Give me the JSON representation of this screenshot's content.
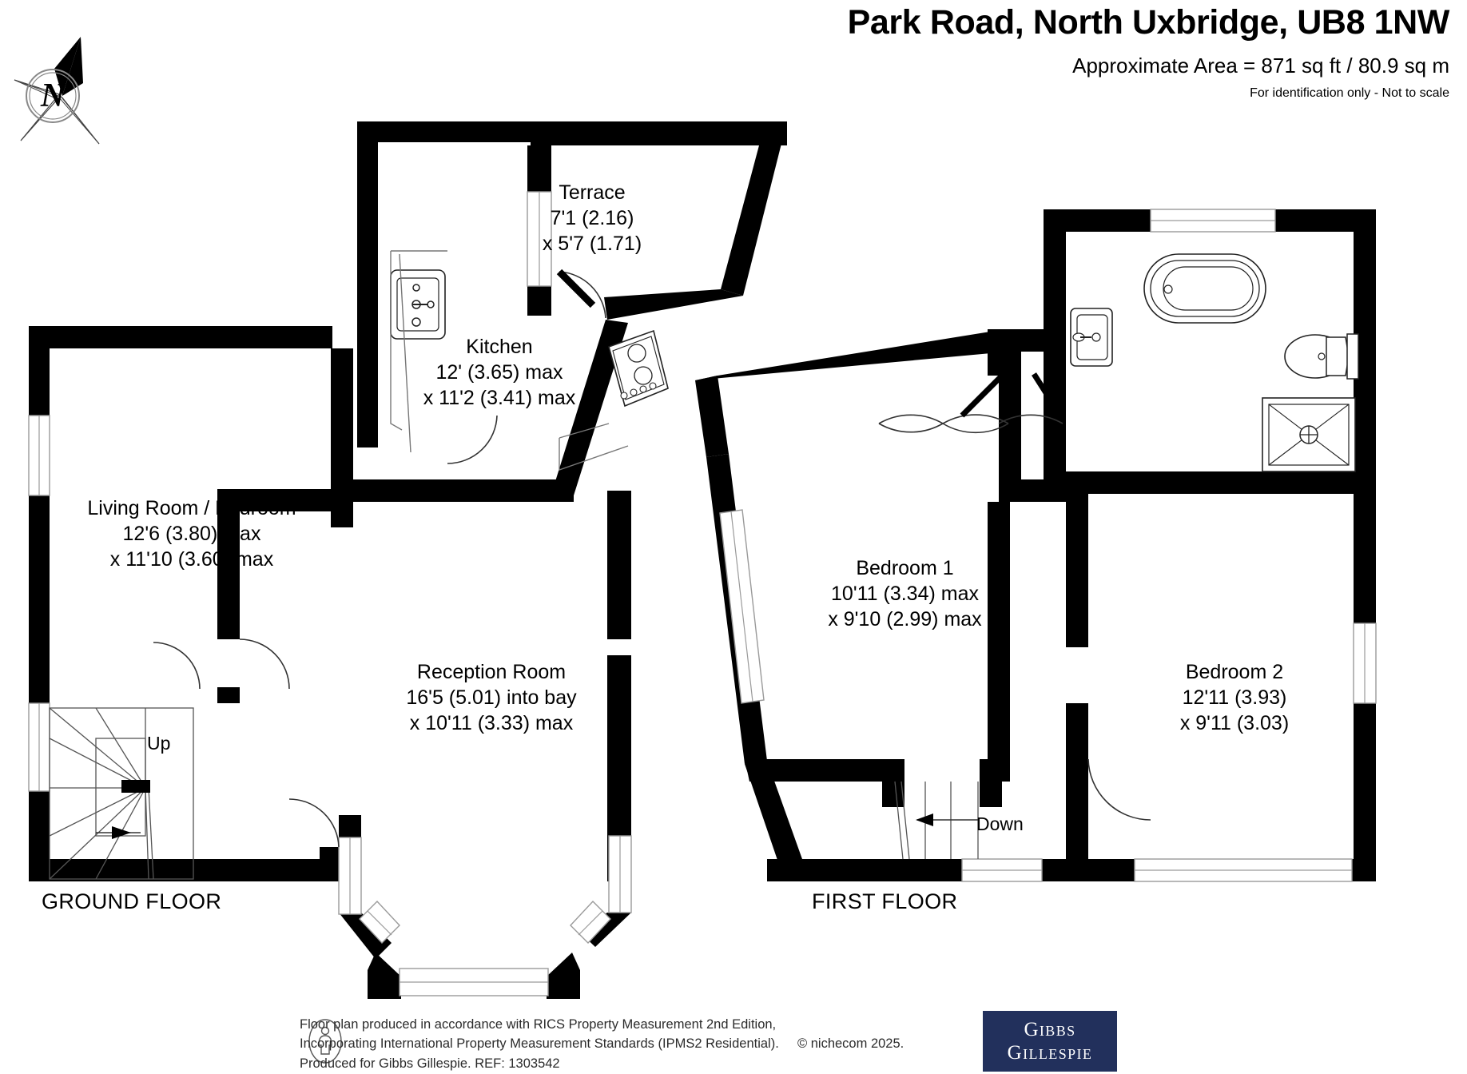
{
  "header": {
    "title": "Park Road, North Uxbridge, UB8 1NW",
    "area": "Approximate Area = 871 sq ft / 80.9 sq m",
    "disclaimer": "For identification only - Not to scale"
  },
  "compass": {
    "north_letter": "N"
  },
  "floors": [
    {
      "id": "ground",
      "label": "GROUND FLOOR"
    },
    {
      "id": "first",
      "label": "FIRST FLOOR"
    }
  ],
  "rooms": [
    {
      "id": "terrace",
      "name": "Terrace",
      "dim1": "7'1 (2.16)",
      "dim2": "x 5'7 (1.71)",
      "floor": "ground"
    },
    {
      "id": "kitchen",
      "name": "Kitchen",
      "dim1": "12' (3.65) max",
      "dim2": "x 11'2 (3.41) max",
      "floor": "ground"
    },
    {
      "id": "living_room_bedroom",
      "name": "Living Room / Bedroom",
      "dim1": "12'6 (3.80) max",
      "dim2": "x 11'10 (3.60) max",
      "floor": "ground"
    },
    {
      "id": "reception_room",
      "name": "Reception Room",
      "dim1": "16'5 (5.01) into bay",
      "dim2": "x 10'11 (3.33) max",
      "floor": "ground"
    },
    {
      "id": "bedroom_1",
      "name": "Bedroom 1",
      "dim1": "10'11 (3.34) max",
      "dim2": "x 9'10 (2.99) max",
      "floor": "first"
    },
    {
      "id": "bedroom_2",
      "name": "Bedroom 2",
      "dim1": "12'11 (3.93)",
      "dim2": "x 9'11 (3.03)",
      "floor": "first"
    }
  ],
  "stairs": [
    {
      "id": "up",
      "label": "Up",
      "floor": "ground"
    },
    {
      "id": "down",
      "label": "Down",
      "floor": "first"
    }
  ],
  "footer": {
    "line1": "Floor plan produced in accordance with RICS Property Measurement 2nd Edition,",
    "line2": "Incorporating International Property Measurement Standards (IPMS2 Residential).",
    "copyright": "© nichecom 2025.",
    "line3": "Produced for Gibbs Gillespie.   REF:  1303542"
  },
  "logo": {
    "line1": "Gibbs",
    "line2": "Gillespie",
    "background": "#22305c",
    "text_color": "#ffffff"
  },
  "colors": {
    "wall": "#000000",
    "paper": "#ffffff",
    "fixture_line": "#1a1a1a",
    "thin_line": "#6e6e6e"
  }
}
